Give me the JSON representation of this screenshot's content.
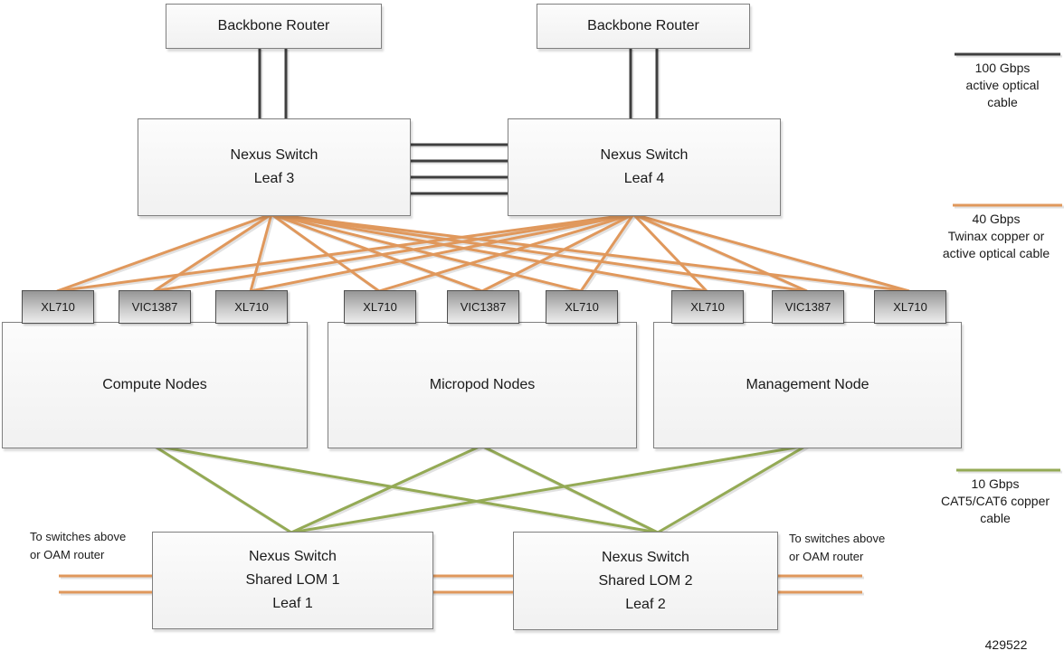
{
  "colors": {
    "cable_100g": "#3f3f3f",
    "cable_40g": "#e0985c",
    "cable_10g": "#94aa55"
  },
  "nodes": {
    "backbone_routers": [
      {
        "label": "Backbone Router"
      },
      {
        "label": "Backbone Router"
      }
    ],
    "spine_switches": [
      {
        "line1": "Nexus Switch",
        "line2": "Leaf 3"
      },
      {
        "line1": "Nexus Switch",
        "line2": "Leaf 4"
      }
    ],
    "server_groups": [
      {
        "label": "Compute Nodes",
        "nics": [
          "XL710",
          "VIC1387",
          "XL710"
        ]
      },
      {
        "label": "Micropod Nodes",
        "nics": [
          "XL710",
          "VIC1387",
          "XL710"
        ]
      },
      {
        "label": "Management Node",
        "nics": [
          "XL710",
          "VIC1387",
          "XL710"
        ]
      }
    ],
    "lom_switches": [
      {
        "line1": "Nexus Switch",
        "line2": "Shared LOM 1",
        "line3": "Leaf 1"
      },
      {
        "line1": "Nexus Switch",
        "line2": "Shared LOM 2",
        "line3": "Leaf 2"
      }
    ]
  },
  "annotations": {
    "left_note": {
      "line1": "To switches above",
      "line2": "or OAM router"
    },
    "right_note": {
      "line1": "To switches above",
      "line2": "or OAM router"
    },
    "figure_number": "429522"
  },
  "legend": {
    "items": [
      {
        "name": "100-gbps-active-optical",
        "color": "#3f3f3f",
        "line1": "100 Gbps",
        "line2": "active optical",
        "line3": "cable"
      },
      {
        "name": "40-gbps-twinax-or-optical",
        "color": "#e0985c",
        "line1": "40 Gbps",
        "line2": "Twinax copper or",
        "line3": "active optical cable"
      },
      {
        "name": "10-gbps-cat5-cat6",
        "color": "#94aa55",
        "line1": "10 Gbps",
        "line2": "CAT5/CAT6 copper",
        "line3": "cable"
      }
    ]
  }
}
